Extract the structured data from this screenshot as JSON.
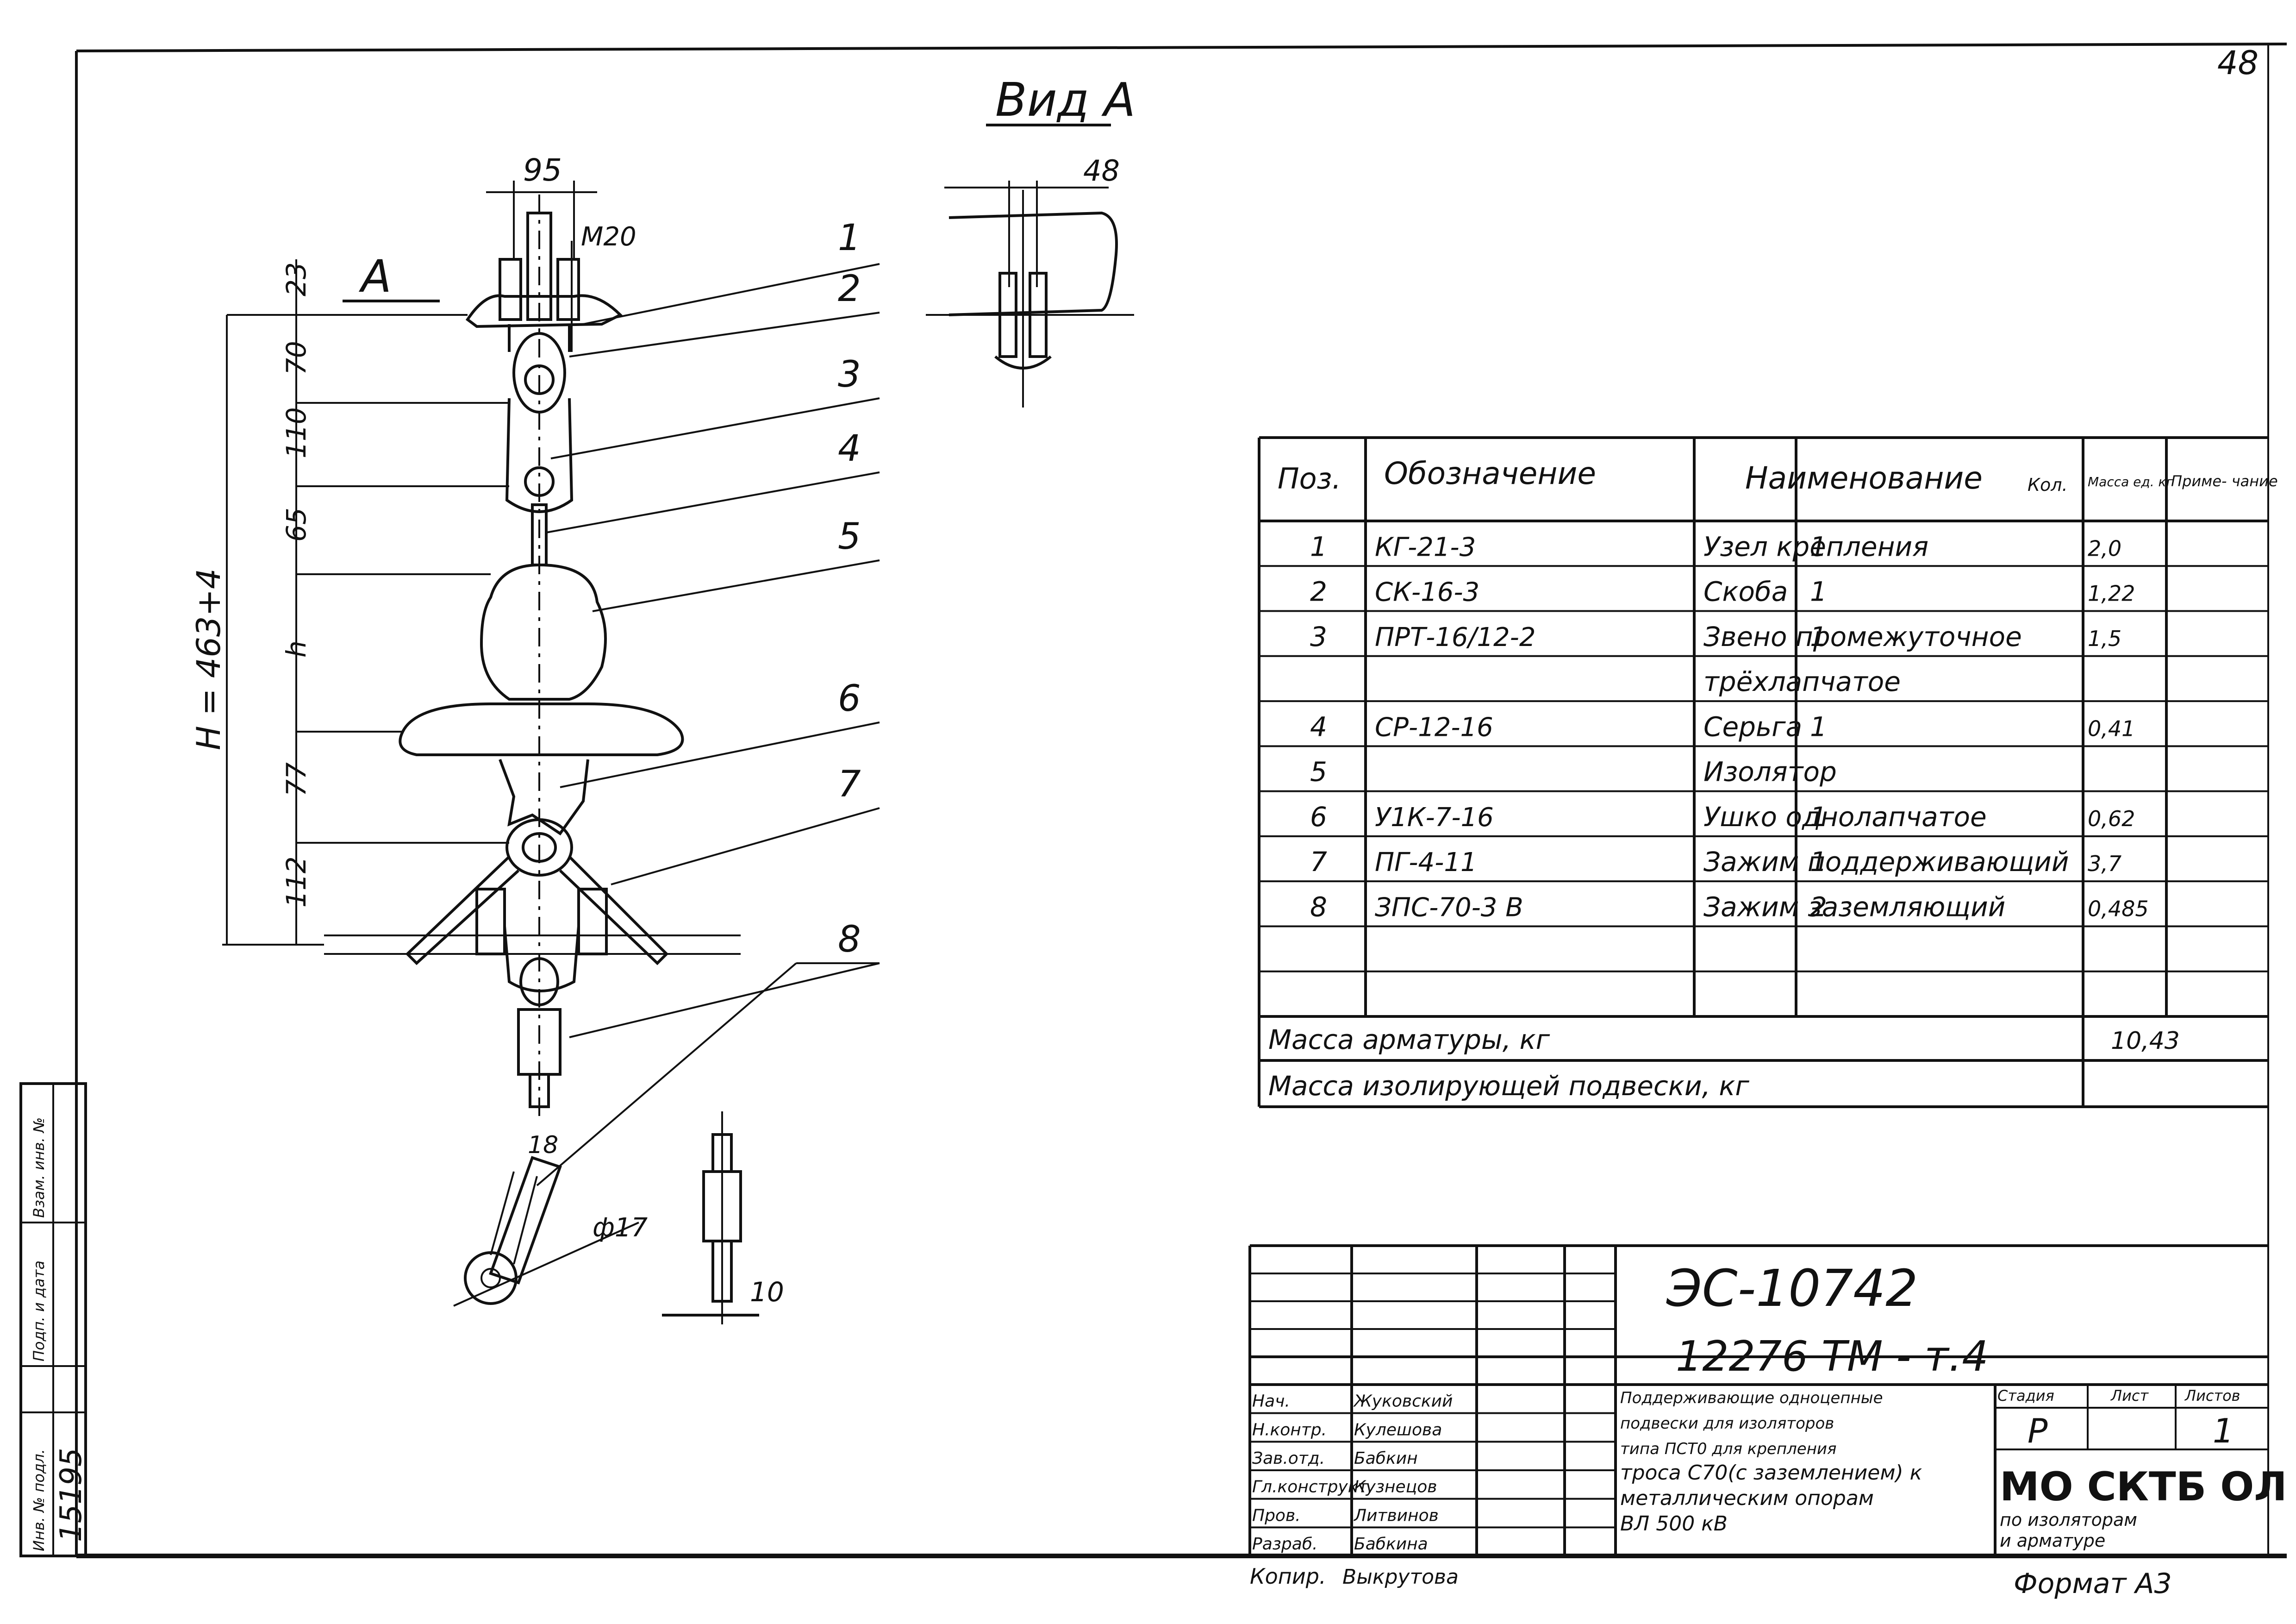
{
  "sheet_number": "48",
  "view_label": "Вид А",
  "section_letter": "А",
  "dims": {
    "top_width": "95",
    "bolt": "М20",
    "view_width": "48",
    "total_height": "Н = 463+4",
    "d23": "23",
    "d70": "70",
    "d110": "110",
    "d65": "65",
    "dh": "h",
    "d77": "77",
    "d112": "112",
    "d18": "18",
    "d17": "ф17",
    "d10": "10"
  },
  "callouts": [
    "1",
    "2",
    "3",
    "4",
    "5",
    "6",
    "7",
    "8"
  ],
  "spec_table": {
    "headers": [
      "Поз.",
      "Обозначение",
      "Наименование",
      "Кол.",
      "Масса ед. кг",
      "Приме- чание"
    ],
    "rows": [
      [
        "1",
        "КГ-21-3",
        "Узел крепления",
        "1",
        "2,0",
        ""
      ],
      [
        "2",
        "СК-16-3",
        "Скоба",
        "1",
        "1,22",
        ""
      ],
      [
        "3",
        "ПРТ-16/12-2",
        "Звено промежуточное",
        "1",
        "1,5",
        ""
      ],
      [
        "",
        "",
        "трёхлапчатое",
        "",
        "",
        ""
      ],
      [
        "4",
        "СР-12-16",
        "Серьга",
        "1",
        "0,41",
        ""
      ],
      [
        "5",
        "",
        "Изолятор",
        "",
        "",
        ""
      ],
      [
        "6",
        "У1К-7-16",
        "Ушко однолапчатое",
        "1",
        "0,62",
        ""
      ],
      [
        "7",
        "ПГ-4-11",
        "Зажим поддерживающий",
        "1",
        "3,7",
        ""
      ],
      [
        "8",
        "ЗПС-70-3 В",
        "Зажим заземляющий",
        "2",
        "0,485",
        ""
      ],
      [
        "",
        "",
        "",
        "",
        "",
        ""
      ],
      [
        "",
        "",
        "",
        "",
        "",
        ""
      ]
    ],
    "mass_fittings_label": "Масса арматуры, кг",
    "mass_fittings_value": "10,43",
    "mass_string_label": "Масса изолирующей подвески, кг",
    "mass_string_value": ""
  },
  "title_block": {
    "code": "ЭС-10742",
    "doc_number": "12276 ТМ - т.4",
    "description": [
      "Поддерживающие одноцепные",
      "подвески для изоляторов",
      "типа ПСТ0 для крепления",
      "троса С70(с заземлением) к",
      "металлическим опорам",
      "ВЛ 500 кВ"
    ],
    "stage_header": "Стадия",
    "sheet_header": "Лист",
    "sheets_header": "Листов",
    "stage": "Р",
    "sheets": "1",
    "org": "МО СКТБ ОЛ",
    "org_sub": [
      "по изоляторам",
      "и арматуре"
    ],
    "roles": [
      "Нач.",
      "Н.контр.",
      "Зав.отд.",
      "Гл.конструкт.",
      "Пров.",
      "Разраб."
    ],
    "names": [
      "Жуковский",
      "Кулешова",
      "Бабкин",
      "Кузнецов",
      "Литвинов",
      "Бабкина"
    ],
    "copier_label": "Копир.",
    "copier_name": "Выкрутова",
    "format_label": "Формат А3"
  },
  "side_stamp": {
    "labels": [
      "Инв. № подл.",
      "Подп. и дата",
      "Взам. инв. №"
    ],
    "inv_number": "15195"
  }
}
